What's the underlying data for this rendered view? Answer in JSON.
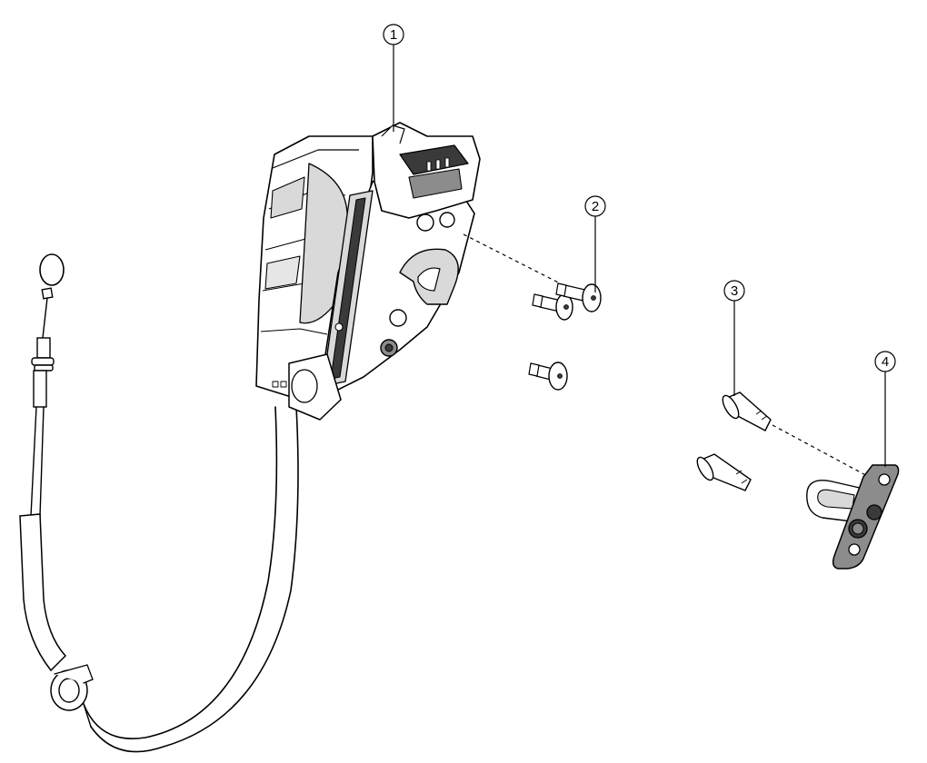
{
  "callouts": [
    {
      "id": "1",
      "part": "latch-assembly"
    },
    {
      "id": "2",
      "part": "latch-bolts"
    },
    {
      "id": "3",
      "part": "striker-bolts"
    },
    {
      "id": "4",
      "part": "striker"
    }
  ],
  "colors": {
    "line": "#000000",
    "fill_light": "#ffffff",
    "fill_mid": "#d9d9d9",
    "fill_dark": "#8c8c8c",
    "fill_black": "#3a3a3a"
  }
}
